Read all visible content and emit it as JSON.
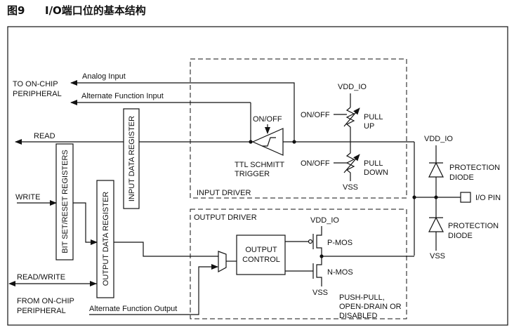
{
  "figure": {
    "number": "图9",
    "title": "I/O端口位的基本结构"
  },
  "labels": {
    "analog_input": "Analog Input",
    "to_onchip": "TO ON-CHIP",
    "peripheral": "PERIPHERAL",
    "alternate_function_input": "Alternate Function Input",
    "read": "READ",
    "write": "WRITE",
    "read_write": "READ/WRITE",
    "from_onchip": "FROM ON-CHIP",
    "alternate_function_output": "Alternate Function Output",
    "input_data_register": "INPUT DATA REGISTER",
    "bit_set_reset_registers": "BIT SET/RESET REGISTERS",
    "output_data_register": "OUTPUT DATA REGISTER",
    "on_off": "ON/OFF",
    "ttl_schmitt": "TTL SCHMITT",
    "trigger": "TRIGGER",
    "input_driver": "INPUT DRIVER",
    "output_driver": "OUTPUT DRIVER",
    "vdd_io": "VDD_IO",
    "vss": "VSS",
    "pull": "PULL",
    "up": "UP",
    "down": "DOWN",
    "protection": "PROTECTION",
    "diode": "DIODE",
    "io_pin": "I/O PIN",
    "output": "OUTPUT",
    "control": "CONTROL",
    "p_mos": "P-MOS",
    "n_mos": "N-MOS",
    "push_pull": "PUSH-PULL,",
    "open_drain_or": "OPEN-DRAIN OR",
    "disabled": "DISABLED"
  }
}
